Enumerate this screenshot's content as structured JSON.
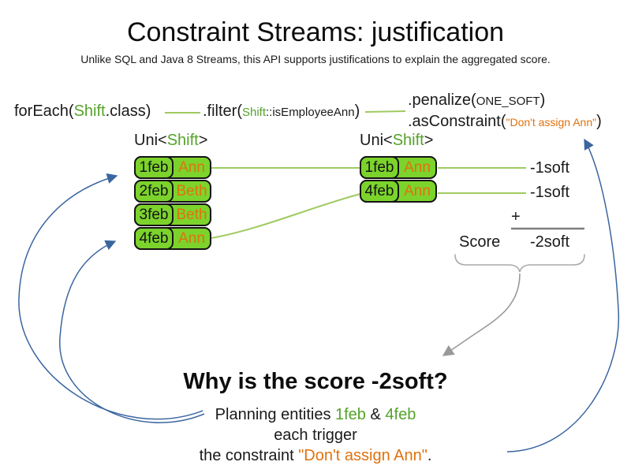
{
  "title": "Constraint Streams: justification",
  "subtitle": "Unlike SQL and Java 8 Streams, this API supports justifications to explain the aggregated score.",
  "code": {
    "foreach": {
      "pre": "forEach(",
      "type_token": "Shift",
      "post": ".class)"
    },
    "filter": {
      "pre": ".filter(",
      "type_token": "Shift",
      "method_token": "::isEmployeeAnn",
      "post": ")"
    },
    "penalize": {
      "pre": ".penalize(",
      "arg": "ONE_SOFT",
      "post": ")"
    },
    "as_constraint": {
      "pre": ".asConstraint(",
      "arg": "\"Don't assign Ann\"",
      "post": ")"
    }
  },
  "left_stream": {
    "label_pre": "Uni<",
    "label_type": "Shift",
    "label_post": ">",
    "rows": [
      {
        "date": "1feb",
        "name": "Ann"
      },
      {
        "date": "2feb",
        "name": "Beth"
      },
      {
        "date": "3feb",
        "name": "Beth"
      },
      {
        "date": "4feb",
        "name": "Ann"
      }
    ]
  },
  "right_stream": {
    "label_pre": "Uni<",
    "label_type": "Shift",
    "label_post": ">",
    "rows": [
      {
        "date": "1feb",
        "name": "Ann"
      },
      {
        "date": "4feb",
        "name": "Ann"
      }
    ]
  },
  "penalties": {
    "row1": "-1soft",
    "row2": "-1soft"
  },
  "sum": {
    "plus": "+",
    "score_label": "Score",
    "total": "-2soft"
  },
  "explanation": {
    "heading": "Why is the score -2soft?",
    "line1_pre": "Planning entities ",
    "line1_entity1": "1feb",
    "line1_mid": " & ",
    "line1_entity2": "4feb",
    "line2": "each trigger",
    "line3_pre": "the constraint ",
    "line3_constraint": "\"Don't assign Ann\"",
    "line3_post": "."
  },
  "colors": {
    "box_green": "#7cd32c",
    "token_green": "#55a32a",
    "accent_orange": "#e0720e",
    "arrow_blue": "#3a66a0",
    "connector_green": "#9fca60",
    "annotation_gray": "#999999"
  }
}
